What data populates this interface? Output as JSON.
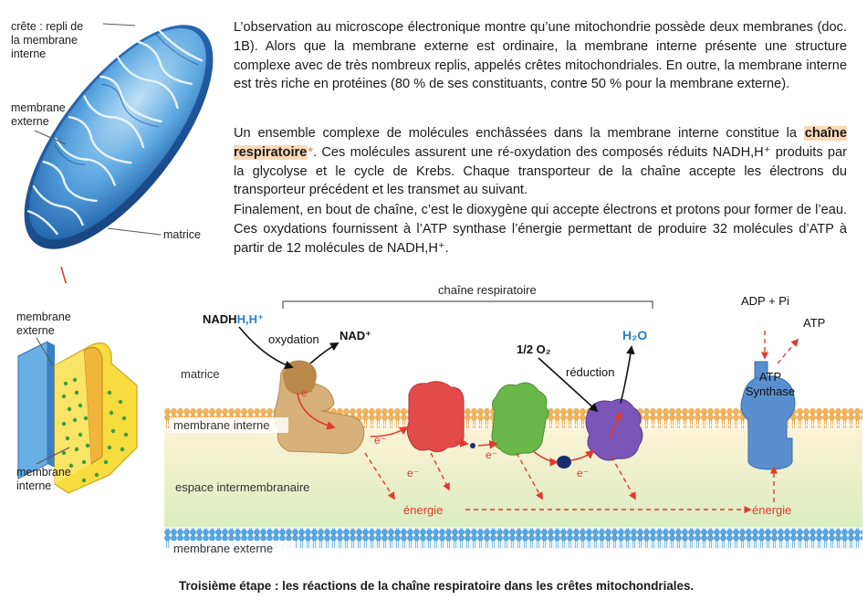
{
  "mito_labels": {
    "crete": [
      "crête : repli de",
      "la membrane",
      "interne"
    ],
    "membrane_externe": [
      "membrane",
      "externe"
    ],
    "matrice": "matrice"
  },
  "detail_labels": {
    "membrane_externe": [
      "membrane",
      "externe"
    ],
    "membrane_interne": [
      "membrane",
      "interne"
    ]
  },
  "paragraphs": {
    "p1": "L’observation au microscope électronique montre qu’une mitochondrie possède deux membranes (doc. 1B). Alors que la membrane externe est ordinaire, la membrane interne présente une structure complexe avec de très nombreux replis, appelés crêtes mitochondriales. En outre, la membrane interne est très riche en protéines (80 % de ses constituants, contre 50 % pour la membrane externe).",
    "p2_before": "Un ensemble complexe de molécules enchâssées dans la membrane interne constitue la ",
    "p2_highlight": "chaîne respiratoire",
    "p2_star": "*",
    "p2_after": ". Ces molécules assurent une ré-oxydation des composés réduits NADH,H⁺ produits par la glycolyse et le cycle de Krebs. Chaque transporteur de la chaîne accepte les électrons du transporteur précédent et les transmet au suivant.",
    "p3": "Finalement, en bout de chaîne, c’est le dioxygène qui accepte électrons et protons pour former de l’eau. Ces oxydations fournissent à l’ATP synthase l’énergie permettant de produire 32 molécules d’ATP à partir de 12 molécules de NADH,H⁺."
  },
  "diagram": {
    "bracket_label": "chaîne respiratoire",
    "nadh_main": "NADH",
    "nadh_hplus": "H,H⁺",
    "oxydation": "oxydation",
    "nad_plus": "NAD⁺",
    "half_o2": "1/2 O₂",
    "h2o": "H₂O",
    "reduction": "réduction",
    "adp_pi": "ADP + Pi",
    "atp": "ATP",
    "atp_synthase": [
      "ATP",
      "Synthase"
    ],
    "matrice": "matrice",
    "membrane_interne": "membrane interne",
    "espace_intermembranaire": "espace intermembranaire",
    "membrane_externe": "membrane externe",
    "electron": "e⁻",
    "energie": "énergie"
  },
  "caption": "Troisième étape : les réactions de la chaîne respiratoire dans les crêtes mitochondriales.",
  "colors": {
    "membrane_blue": "#4b9bd8",
    "lipid_orange": "#f0b25a",
    "complex1": "#b8894a",
    "complex3": "#e34b4b",
    "complex4": "#6ab84a",
    "complex5": "#7b55b8",
    "atp_synthase": "#5a8fcf",
    "arrow_red": "#e03a2e",
    "highlight": "#fbd9b9"
  }
}
